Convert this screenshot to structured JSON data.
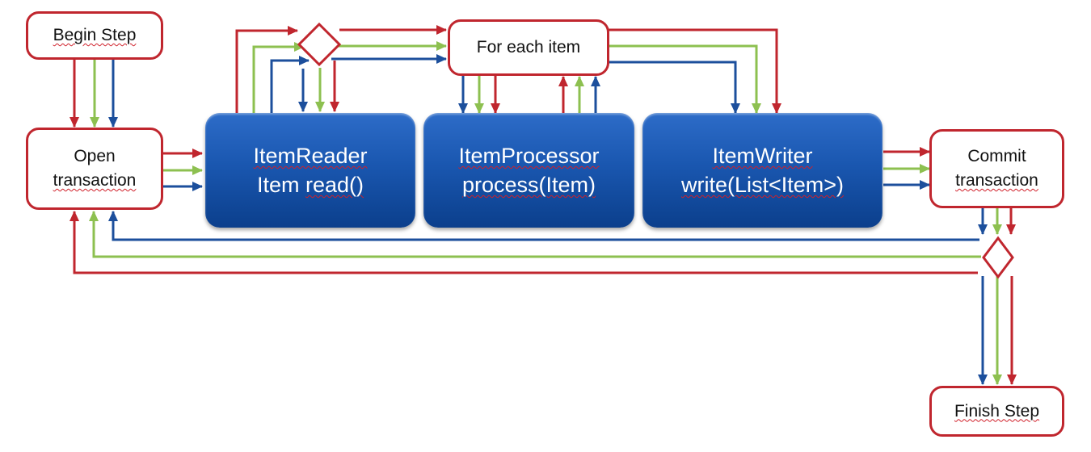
{
  "nodes": {
    "begin_step": "Begin Step",
    "open_transaction": {
      "line1": "Open",
      "line2": "transaction"
    },
    "item_reader": {
      "line1": "ItemReader",
      "line2_a": "Item ",
      "line2_b": "read()"
    },
    "for_each_item": "For each item",
    "item_processor": {
      "line1": "ItemProcessor",
      "line2": "process(Item)"
    },
    "item_writer": {
      "line1": "ItemWriter",
      "line2": "write(List<Item>)"
    },
    "commit_transaction": {
      "line1": "Commit",
      "line2": "transaction"
    },
    "finish_step": "Finish Step"
  },
  "colors": {
    "red": "#c0262e",
    "green": "#8dc050",
    "blue": "#1c4f9c",
    "node_border": "#c0262e",
    "box_top": "#2d6cc8",
    "box_bottom": "#0b3f8c"
  }
}
